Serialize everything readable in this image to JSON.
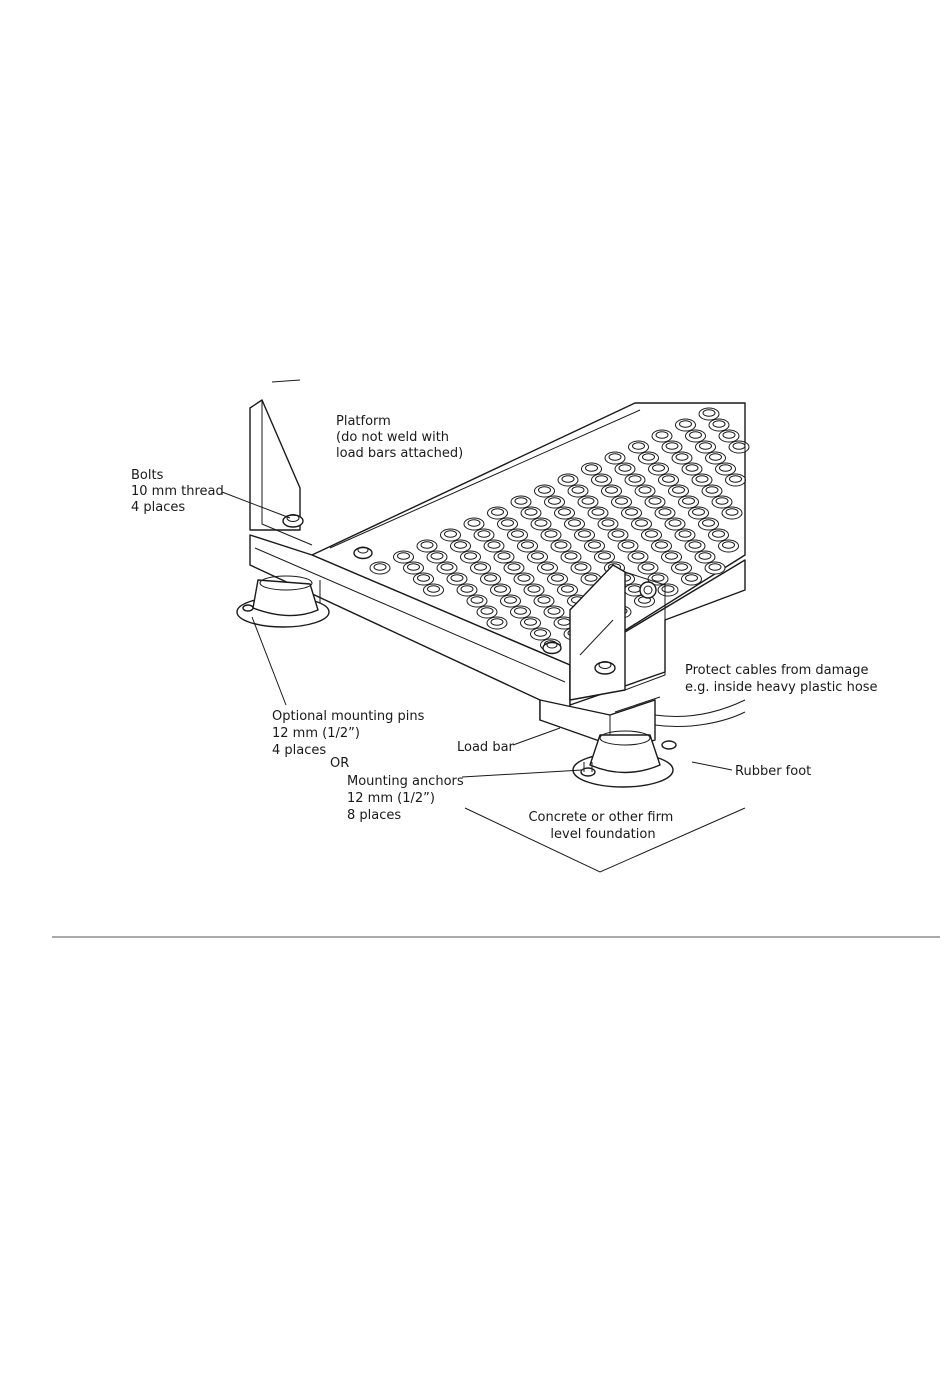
{
  "labels": {
    "platform": [
      "Platform",
      "(do not weld with",
      "load bars attached)"
    ],
    "bolts": [
      "Bolts",
      "10 mm thread",
      "4 places"
    ],
    "mounting_pins": [
      "Optional mounting pins",
      "12 mm (1/2”)",
      "4 places"
    ],
    "or": "OR",
    "load_bar": "Load bar",
    "mounting_anchors": [
      "Mounting anchors",
      "12 mm (1/2”)",
      "8 places"
    ],
    "cables": [
      "Protect cables from damage",
      "e.g. inside heavy plastic hose"
    ],
    "rubber_foot": "Rubber foot",
    "foundation": [
      "Concrete or other firm",
      "level foundation"
    ]
  }
}
